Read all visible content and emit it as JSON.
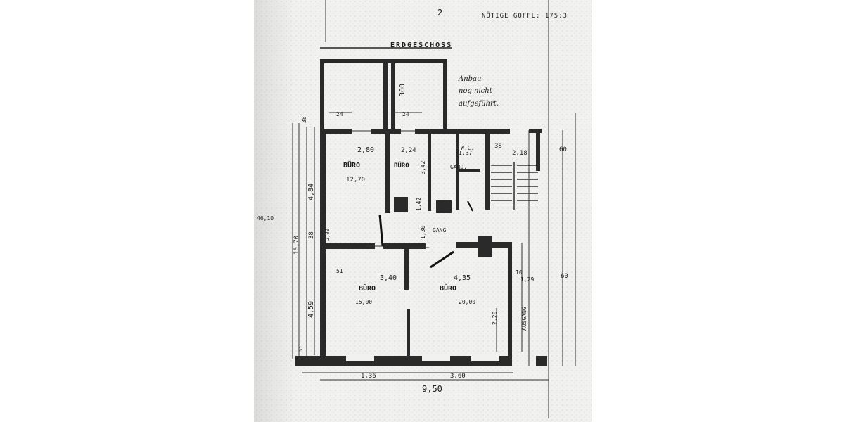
{
  "header": {
    "sheet_number": "2",
    "note": "NÖTIGE GOFFL: 175:3",
    "floor_title": "ERDGESCHOSS",
    "extension_dimension": "300",
    "extension_note": [
      "Anbau",
      "nog nicht",
      "aufgeführt."
    ]
  },
  "rooms": [
    {
      "label": "BÜRO",
      "width": "2,80",
      "area": "12,70"
    },
    {
      "label": "BÜRO",
      "width": "2,24",
      "depth": "3,42"
    },
    {
      "label": "BÜRO",
      "width": "3,40",
      "area": "15,00"
    },
    {
      "label": "BÜRO",
      "width": "4,35",
      "area": "20,00"
    },
    {
      "label": "W.C.",
      "width": "1,37"
    },
    {
      "label": "GARD.",
      "width": ""
    },
    {
      "label": "GANG"
    },
    {
      "label": "AUSGANG"
    }
  ],
  "dimensions": {
    "top_left": "38",
    "top_24_a": "24",
    "top_24_b": "24",
    "stair_38": "38",
    "stair_width": "2,18",
    "right_60_a": "60",
    "right_60_b": "60",
    "left_484": "4,84",
    "left_38": "38",
    "left_459": "4,59",
    "left_1070": "10,70",
    "left_small_a": "2,00",
    "left_small_b": "51",
    "left_small_c": "51",
    "mid_142": "1,42",
    "mid_130": "1,30",
    "mid_220": "2,20",
    "right_129": "1,29",
    "right_10": "10",
    "bottom_136": "1,36",
    "bottom_360": "3,60",
    "bottom_total": "9,50",
    "margin_left": "46,10"
  }
}
